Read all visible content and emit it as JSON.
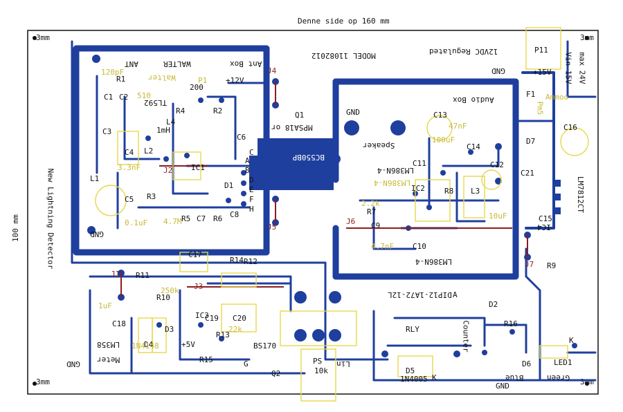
{
  "diagram": {
    "top_dimension": "Denne side op    160 mm",
    "left_dimension": "100 mm",
    "corner_labels": [
      "3mm",
      "3mm",
      "3mm",
      "3mm"
    ],
    "model": "MODEL 11082012",
    "supply": "12VDC Regulated",
    "max_vin": "max 24V",
    "vin": "Vin 15V",
    "project_name": "New Lightning Detector",
    "ic_labels": [
      "TL592",
      "LM386N-4",
      "LM386N-4",
      "LM386N-4",
      "LM358",
      "LM7812CT",
      "IC4",
      "MPSA18 or",
      "BC550BP",
      "DIP12-1A72-12L"
    ],
    "mirrored_text": [
      "Ant Box",
      "WALTER",
      "ANT",
      "Walter",
      "Audio Box",
      "Speaker",
      "Counter",
      "Meter",
      "Lin",
      "Blue",
      "Green",
      "Pm5",
      "GND",
      "GND",
      "GND",
      "GND",
      "GND"
    ],
    "jumpers": [
      "J1",
      "J2",
      "J3",
      "J4",
      "J5",
      "J6",
      "J7"
    ],
    "parts": [
      "L1",
      "L2",
      "L3",
      "L4",
      "C1",
      "C2",
      "C3",
      "C4",
      "C5",
      "C6",
      "C7",
      "C8",
      "C9",
      "C10",
      "C11",
      "C12",
      "C13",
      "C14",
      "C15",
      "C16",
      "C17",
      "C18",
      "C19",
      "C20",
      "C21",
      "R1",
      "R2",
      "R3",
      "R4",
      "R5",
      "R6",
      "R7",
      "R8",
      "R9",
      "R10",
      "R11",
      "R12",
      "R13",
      "R14",
      "R15",
      "R16",
      "D1",
      "D2",
      "D3",
      "D4",
      "D5",
      "D6",
      "D7",
      "Q1",
      "Q2",
      "P1",
      "P11",
      "F1",
      "RLY",
      "PS",
      "IC1",
      "IC2",
      "IC3",
      "LED1"
    ],
    "values": [
      "120pF",
      "510",
      "200",
      "1mH",
      "3.3nF",
      "0.1uF",
      "4.7M",
      "2.2k",
      "4.7nF",
      "10uF",
      "100uF",
      "47nF",
      "250k",
      "22k",
      "1uF",
      "10k",
      "1N4148",
      "1N4005",
      "BS170",
      "Ammoo",
      "+12V",
      "+15V",
      "+5V"
    ],
    "pin_letters": [
      "A",
      "B",
      "C",
      "D",
      "E",
      "F",
      "G",
      "H",
      "K",
      "A",
      "K"
    ],
    "colors": {
      "copper": "#1f3f9e",
      "silk": "#e6d84a",
      "jumper": "#8a1e1e",
      "background": "#ffffff",
      "text": "#111111"
    }
  }
}
